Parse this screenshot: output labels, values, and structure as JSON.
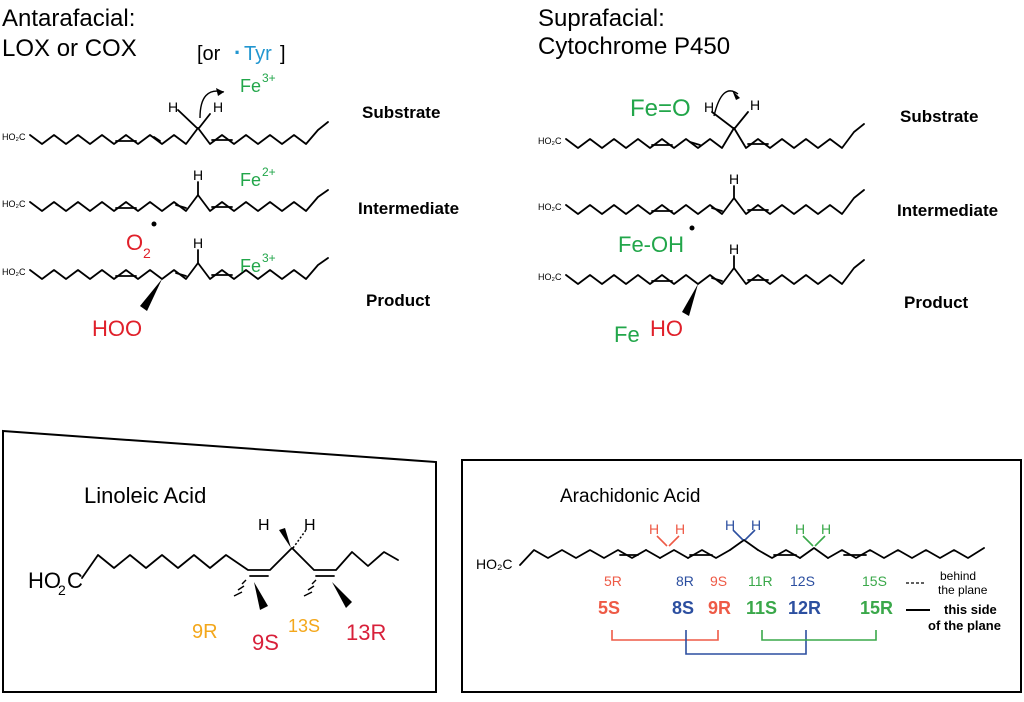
{
  "colors": {
    "fe": "#22a64a",
    "oxygen": "#e0202a",
    "tyr": "#2296d0",
    "orange": "#f3a71b",
    "crimson": "#d8203a",
    "salmon": "#ee5a46",
    "blue": "#2c4fa0",
    "green": "#3aa84a",
    "black": "#000000"
  },
  "left_panel": {
    "title_line1": "Antarafacial:",
    "title_line2": "LOX or COX",
    "bracket_open": "[or ",
    "tyr_dot": "·",
    "tyr": "Tyr",
    "bracket_close": "]",
    "fe_substrate": "Fe",
    "fe_substrate_sup": "3+",
    "fe_intermediate": "Fe",
    "fe_intermediate_sup": "2+",
    "fe_product": "Fe",
    "fe_product_sup": "3+",
    "o2": "O",
    "o2_sub": "2",
    "hoo": "HOO",
    "acid": "HO₂C",
    "h": "H"
  },
  "right_panel": {
    "title_line1": "Suprafacial:",
    "title_line2": "Cytochrome P450",
    "fe_oxo": "Fe=O",
    "fe_oh": "Fe-OH",
    "fe": "Fe",
    "ho": "HO",
    "acid": "HO₂C",
    "h": "H"
  },
  "stage_labels": {
    "substrate": "Substrate",
    "intermediate": "Intermediate",
    "product": "Product"
  },
  "linoleic_box": {
    "title": "Linoleic Acid",
    "acid": "HO",
    "acid_sub": "2",
    "acid_c": "C",
    "h": "H",
    "label_9r": "9R",
    "label_9s": "9S",
    "label_13s": "13S",
    "label_13r": "13R"
  },
  "arachidonic_box": {
    "title": "Arachidonic Acid",
    "acid": "HO₂C",
    "h": "H",
    "small_labels": [
      "5R",
      "8R",
      "9S",
      "11R",
      "12S",
      "15S"
    ],
    "bold_labels": [
      "5S",
      "8S",
      "9R",
      "11S",
      "12R",
      "15R"
    ],
    "legend_behind_1": "behind",
    "legend_behind_2": "the plane",
    "legend_this_1": "this side",
    "legend_this_2": "of the plane"
  }
}
